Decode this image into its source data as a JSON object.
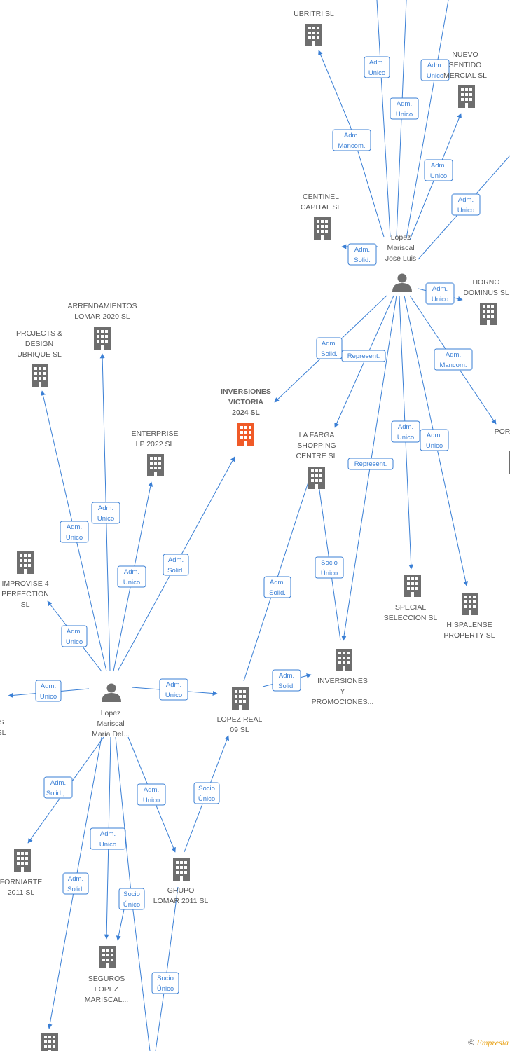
{
  "nodes": [
    {
      "id": "ubritri",
      "kind": "company",
      "lines": [
        "UBRITRI  SL"
      ]
    },
    {
      "id": "nuevo",
      "kind": "company",
      "lines": [
        "NUEVO",
        "SENTIDO",
        "MERCIAL  SL"
      ]
    },
    {
      "id": "centinel",
      "kind": "company",
      "lines": [
        "CENTINEL",
        "CAPITAL  SL"
      ]
    },
    {
      "id": "jose",
      "kind": "person",
      "lines": [
        "Lopez",
        "Mariscal",
        "Jose Luis"
      ]
    },
    {
      "id": "horno",
      "kind": "company",
      "lines": [
        "HORNO",
        "DOMINUS  SL"
      ]
    },
    {
      "id": "arrend",
      "kind": "company",
      "lines": [
        "ARRENDAMIENTOS",
        "LOMAR 2020  SL"
      ]
    },
    {
      "id": "projects",
      "kind": "company",
      "lines": [
        "PROJECTS &",
        "DESIGN",
        "UBRIQUE  SL"
      ]
    },
    {
      "id": "victoria",
      "kind": "focus",
      "lines": [
        "INVERSIONES",
        "VICTORIA",
        "2024  SL"
      ]
    },
    {
      "id": "enterprise",
      "kind": "company",
      "lines": [
        "ENTERPRISE",
        "LP 2022  SL"
      ]
    },
    {
      "id": "farga",
      "kind": "company",
      "lines": [
        "LA FARGA",
        "SHOPPING",
        "CENTRE SL"
      ]
    },
    {
      "id": "por",
      "kind": "company",
      "lines": [
        "POR"
      ]
    },
    {
      "id": "improvise",
      "kind": "company",
      "lines": [
        "IMPROVISE 4",
        "PERFECTION",
        "SL"
      ]
    },
    {
      "id": "special",
      "kind": "company",
      "lines": [
        "SPECIAL",
        "SELECCION  SL"
      ]
    },
    {
      "id": "hispalense",
      "kind": "company",
      "lines": [
        "HISPALENSE",
        "PROPERTY  SL"
      ]
    },
    {
      "id": "invprom",
      "kind": "company",
      "lines": [
        "INVERSIONES",
        "Y",
        "PROMOCIONES..."
      ]
    },
    {
      "id": "maria",
      "kind": "person",
      "lines": [
        "Lopez",
        "Mariscal",
        "Maria Del..."
      ]
    },
    {
      "id": "leftcut",
      "kind": "company",
      "lines": [
        "S",
        "SL"
      ]
    },
    {
      "id": "lopezreal",
      "kind": "company",
      "lines": [
        "LOPEZ REAL",
        "09 SL"
      ]
    },
    {
      "id": "forniarte",
      "kind": "company",
      "lines": [
        "FORNIARTE",
        "2011 SL"
      ]
    },
    {
      "id": "grupo",
      "kind": "company",
      "lines": [
        "GRUPO",
        "LOMAR 2011 SL"
      ]
    },
    {
      "id": "seguros",
      "kind": "company",
      "lines": [
        "SEGUROS",
        "LOPEZ",
        "MARISCAL..."
      ]
    },
    {
      "id": "bottom",
      "kind": "company",
      "lines": []
    }
  ],
  "edges": [
    {
      "id": "e1",
      "lines": [
        "Adm.",
        "Mancom."
      ]
    },
    {
      "id": "e2",
      "lines": [
        "Adm.",
        "Unico"
      ]
    },
    {
      "id": "e3",
      "lines": [
        "Adm.",
        "Unico"
      ]
    },
    {
      "id": "e4",
      "lines": [
        "Adm.",
        "Unico"
      ]
    },
    {
      "id": "e5",
      "lines": [
        "Adm.",
        "Unico"
      ]
    },
    {
      "id": "e6",
      "lines": [
        "Adm.",
        "Unico"
      ]
    },
    {
      "id": "e7",
      "lines": [
        "Adm.",
        "Solid."
      ]
    },
    {
      "id": "e8",
      "lines": [
        "Adm.",
        "Unico"
      ]
    },
    {
      "id": "e9",
      "lines": [
        "Adm.",
        "Solid."
      ]
    },
    {
      "id": "e10",
      "lines": [
        "Represent."
      ]
    },
    {
      "id": "e11",
      "lines": [
        "Adm.",
        "Mancom."
      ]
    },
    {
      "id": "e12",
      "lines": [
        "Adm.",
        "Unico"
      ]
    },
    {
      "id": "e13",
      "lines": [
        "Adm.",
        "Unico"
      ]
    },
    {
      "id": "e14",
      "lines": [
        "Represent."
      ]
    },
    {
      "id": "e15",
      "lines": [
        "Adm.",
        "Unico"
      ]
    },
    {
      "id": "e16",
      "lines": [
        "Adm.",
        "Unico"
      ]
    },
    {
      "id": "e17",
      "lines": [
        "Adm.",
        "Unico"
      ]
    },
    {
      "id": "e18",
      "lines": [
        "Adm.",
        "Solid."
      ]
    },
    {
      "id": "e19",
      "lines": [
        "Adm.",
        "Unico"
      ]
    },
    {
      "id": "e20",
      "lines": [
        "Adm.",
        "Unico"
      ]
    },
    {
      "id": "e21",
      "lines": [
        "Adm.",
        "Unico"
      ]
    },
    {
      "id": "e22",
      "lines": [
        "Adm.",
        "Solid."
      ]
    },
    {
      "id": "e23",
      "lines": [
        "Socio",
        "Único"
      ]
    },
    {
      "id": "e24",
      "lines": [
        "Adm.",
        "Solid."
      ]
    },
    {
      "id": "e25",
      "lines": [
        "Adm.",
        "Unico"
      ]
    },
    {
      "id": "e26",
      "lines": [
        "Adm.",
        "Solid.,..."
      ]
    },
    {
      "id": "e27",
      "lines": [
        "Adm.",
        "Unico"
      ]
    },
    {
      "id": "e28",
      "lines": [
        "Adm.",
        "Solid."
      ]
    },
    {
      "id": "e29",
      "lines": [
        "Socio",
        "Único"
      ]
    },
    {
      "id": "e30",
      "lines": [
        "Adm.",
        "Unico"
      ]
    },
    {
      "id": "e31",
      "lines": [
        "Socio",
        "Único"
      ]
    },
    {
      "id": "e32",
      "lines": [
        "Socio",
        "Único"
      ]
    }
  ],
  "footer": {
    "symbol": "©",
    "brand": "Empresia"
  },
  "colors": {
    "edge": "#3a7fd5",
    "node": "#6e6e6e",
    "focus": "#f05a28",
    "text": "#555555"
  }
}
